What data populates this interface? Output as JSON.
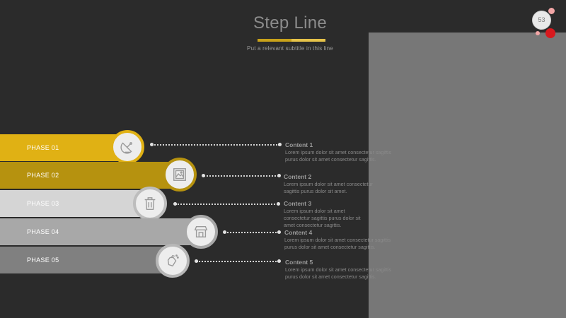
{
  "header": {
    "title": "Step Line",
    "subtitle": "Put a relevant subtitle in this line"
  },
  "badge": {
    "page_number": "53"
  },
  "colors": {
    "background": "#2b2b2b",
    "phase1": "#e0b114",
    "phase2": "#b6920f",
    "phase3": "#d5d5d5",
    "phase4": "#a8a8a8",
    "phase5": "#808080",
    "panel": "#777777",
    "accent_red": "#d8191e"
  },
  "phases": [
    {
      "label": "PHASE 01",
      "icon": "satellite-dish-icon"
    },
    {
      "label": "PHASE 02",
      "icon": "image-frame-icon"
    },
    {
      "label": "PHASE 03",
      "icon": "trash-icon"
    },
    {
      "label": "PHASE 04",
      "icon": "store-icon"
    },
    {
      "label": "PHASE 05",
      "icon": "cleaning-spray-icon"
    }
  ],
  "contents": [
    {
      "title": "Content 1",
      "lines": [
        "Lorem ipsum dolor sit amet consectetur sagittis",
        "purus dolor sit amet consectetur sagittis."
      ]
    },
    {
      "title": "Content 2",
      "lines": [
        "Lorem ipsum dolor sit amet consectetur",
        "sagittis purus dolor sit amet."
      ]
    },
    {
      "title": "Content 3",
      "lines": [
        "Lorem ipsum dolor sit amet",
        "consectetur sagittis purus dolor sit",
        "amet consectetur sagittis."
      ]
    },
    {
      "title": "Content 4",
      "lines": [
        "Lorem ipsum dolor sit amet consectetur sagittis",
        "purus dolor sit amet consectetur sagittis."
      ]
    },
    {
      "title": "Content 5",
      "lines": [
        "Lorem ipsum dolor sit amet consectetur sagittis",
        "purus dolor sit amet consectetur sagittis."
      ]
    }
  ]
}
